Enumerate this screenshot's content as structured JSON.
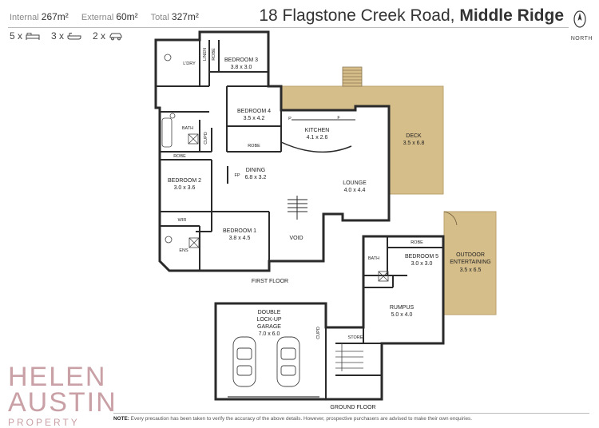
{
  "header": {
    "internal_label": "Internal",
    "internal_value": "267m²",
    "external_label": "External",
    "external_value": "60m²",
    "total_label": "Total",
    "total_value": "327m²",
    "bedrooms": "5 x",
    "bathrooms": "3 x",
    "cars": "2 x",
    "address_street": "18 Flagstone Creek Road,",
    "address_suburb": "Middle Ridge",
    "north_label": "NORTH"
  },
  "rooms": {
    "bedroom3": {
      "name": "BEDROOM 3",
      "dim": "3.8 x 3.0"
    },
    "bedroom4": {
      "name": "BEDROOM 4",
      "dim": "3.5 x 4.2"
    },
    "kitchen": {
      "name": "KITCHEN",
      "dim": "4.1 x 2.6"
    },
    "deck": {
      "name": "DECK",
      "dim": "3.5 x 6.8"
    },
    "dining": {
      "name": "DINING",
      "dim": "6.8 x 3.2"
    },
    "lounge": {
      "name": "LOUNGE",
      "dim": "4.0 x 4.4"
    },
    "bedroom2": {
      "name": "BEDROOM 2",
      "dim": "3.0 x 3.6"
    },
    "bedroom1": {
      "name": "BEDROOM 1",
      "dim": "3.8 x 4.5"
    },
    "bedroom5": {
      "name": "BEDROOM 5",
      "dim": "3.0 x 3.0"
    },
    "outdoor": {
      "name1": "OUTDOOR",
      "name2": "ENTERTAINING",
      "dim": "3.5 x 6.5"
    },
    "rumpus": {
      "name": "RUMPUS",
      "dim": "5.0 x 4.0"
    },
    "garage": {
      "name1": "DOUBLE",
      "name2": "LOCK-UP",
      "name3": "GARAGE",
      "dim": "7.0 x 6.0"
    }
  },
  "small_labels": {
    "ldry": "L'DRY",
    "linen": "LINEN",
    "robe": "ROBE",
    "bath": "BATH",
    "cupd": "CUPD",
    "fp": "FP",
    "p": "P",
    "f": "F",
    "wir": "WIR",
    "ens": "ENS",
    "void": "VOID",
    "store": "STORE"
  },
  "floors": {
    "first": "FIRST FLOOR",
    "ground": "GROUND FLOOR"
  },
  "logo": {
    "line1": "HELEN",
    "line2": "AUSTIN",
    "line3": "PROPERTY"
  },
  "note": {
    "label": "NOTE:",
    "text": "Every precaution has been taken to verify the accuracy of the above details. However, prospective purchasers are advised to make their own enquiries."
  },
  "colors": {
    "wall": "#2a2a2a",
    "deck": "#d6be8a",
    "deck_stroke": "#b9a06c",
    "logo": "#c9a0a5"
  }
}
